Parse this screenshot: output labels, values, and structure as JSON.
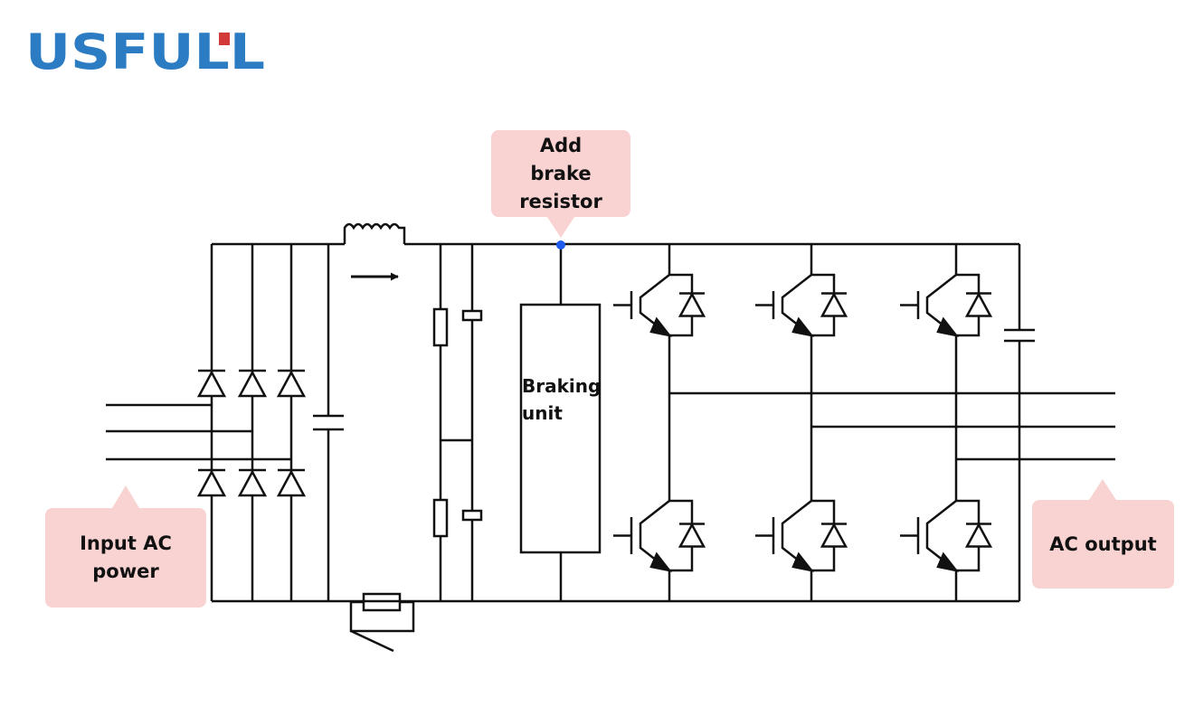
{
  "brand": {
    "logo_text": "USFULL",
    "primary_color": "#2b7cc2",
    "accent_color": "#d23a3a"
  },
  "callouts": {
    "brake_resistor": {
      "line1": "Add",
      "line2": "brake resistor"
    },
    "input_ac_power": "Input AC power",
    "ac_output": "AC output",
    "fill_color": "#f9d2d2"
  },
  "blocks": {
    "braking_unit": {
      "line1": "Braking",
      "line2": "unit"
    }
  },
  "marker_color": "#1e5cf0"
}
